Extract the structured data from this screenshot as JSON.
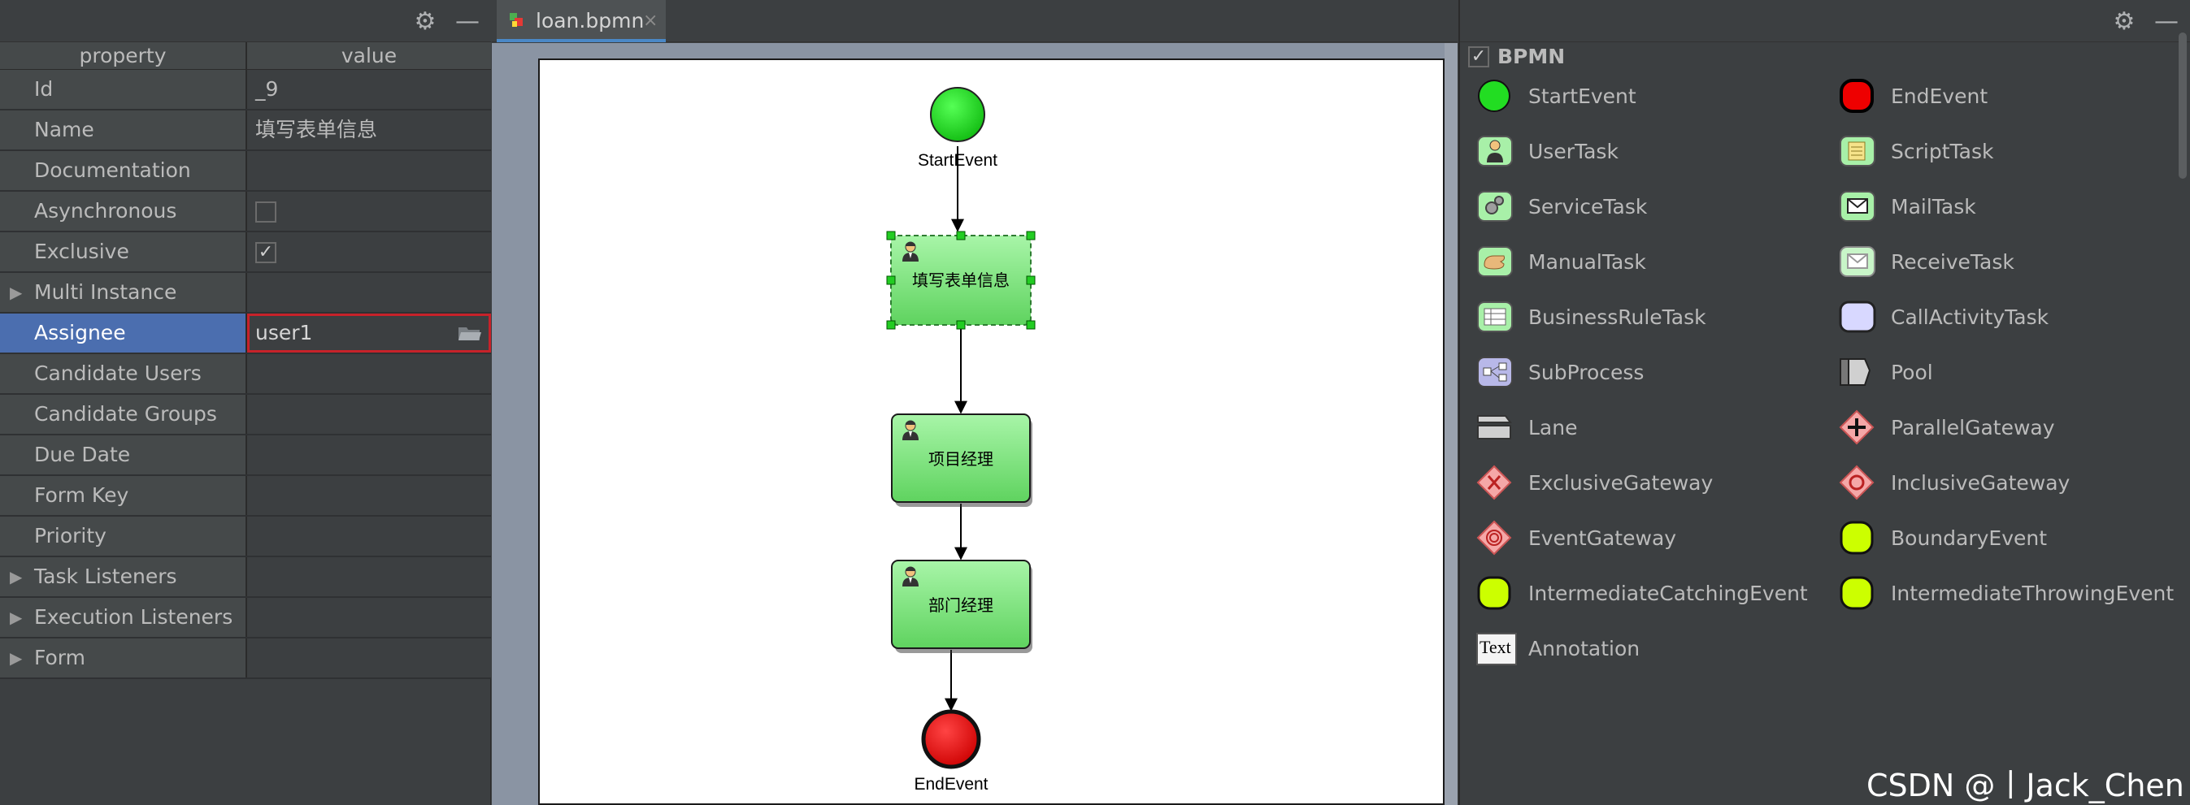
{
  "properties": {
    "header": {
      "property": "property",
      "value": "value"
    },
    "rows": [
      {
        "name": "Id",
        "value": "_9"
      },
      {
        "name": "Name",
        "value": "填写表单信息"
      },
      {
        "name": "Documentation",
        "value": ""
      },
      {
        "name": "Asynchronous",
        "value": ""
      },
      {
        "name": "Exclusive",
        "value": "✓"
      },
      {
        "name": "Multi Instance",
        "value": ""
      },
      {
        "name": "Assignee",
        "value": "user1"
      },
      {
        "name": "Candidate Users",
        "value": ""
      },
      {
        "name": "Candidate Groups",
        "value": ""
      },
      {
        "name": "Due Date",
        "value": ""
      },
      {
        "name": "Form Key",
        "value": ""
      },
      {
        "name": "Priority",
        "value": ""
      },
      {
        "name": "Task Listeners",
        "value": ""
      },
      {
        "name": "Execution Listeners",
        "value": ""
      },
      {
        "name": "Form",
        "value": ""
      }
    ]
  },
  "editor": {
    "tab_label": "loan.bpmn",
    "tab_close": "×"
  },
  "diagram": {
    "start_label": "StartEvent",
    "task1_label": "填写表单信息",
    "task2_label": "项目经理",
    "task3_label": "部门经理",
    "end_label": "EndEvent"
  },
  "palette": {
    "title": "BPMN",
    "items": [
      {
        "label": "StartEvent",
        "icon": "start-event-icon"
      },
      {
        "label": "EndEvent",
        "icon": "end-event-icon"
      },
      {
        "label": "UserTask",
        "icon": "user-task-icon"
      },
      {
        "label": "ScriptTask",
        "icon": "script-task-icon"
      },
      {
        "label": "ServiceTask",
        "icon": "service-task-icon"
      },
      {
        "label": "MailTask",
        "icon": "mail-task-icon"
      },
      {
        "label": "ManualTask",
        "icon": "manual-task-icon"
      },
      {
        "label": "ReceiveTask",
        "icon": "receive-task-icon"
      },
      {
        "label": "BusinessRuleTask",
        "icon": "business-rule-task-icon"
      },
      {
        "label": "CallActivityTask",
        "icon": "call-activity-task-icon"
      },
      {
        "label": "SubProcess",
        "icon": "subprocess-icon"
      },
      {
        "label": "Pool",
        "icon": "pool-icon"
      },
      {
        "label": "Lane",
        "icon": "lane-icon"
      },
      {
        "label": "ParallelGateway",
        "icon": "parallel-gateway-icon"
      },
      {
        "label": "ExclusiveGateway",
        "icon": "exclusive-gateway-icon"
      },
      {
        "label": "InclusiveGateway",
        "icon": "inclusive-gateway-icon"
      },
      {
        "label": "EventGateway",
        "icon": "event-gateway-icon"
      },
      {
        "label": "BoundaryEvent",
        "icon": "boundary-event-icon"
      },
      {
        "label": "IntermediateCatchingEvent",
        "icon": "intermediate-catching-event-icon"
      },
      {
        "label": "IntermediateThrowingEvent",
        "icon": "intermediate-throwing-event-icon"
      },
      {
        "label": "Annotation",
        "icon": "annotation-icon",
        "icon_text": "Text"
      }
    ]
  },
  "watermark": "CSDN @丨Jack_Chen丨",
  "colors": {
    "selection": "#4b6eaf",
    "highlight_border": "#c7222a",
    "task_fill": "#90ee90",
    "start_green": "#22cc22",
    "end_red": "#ee0000"
  }
}
